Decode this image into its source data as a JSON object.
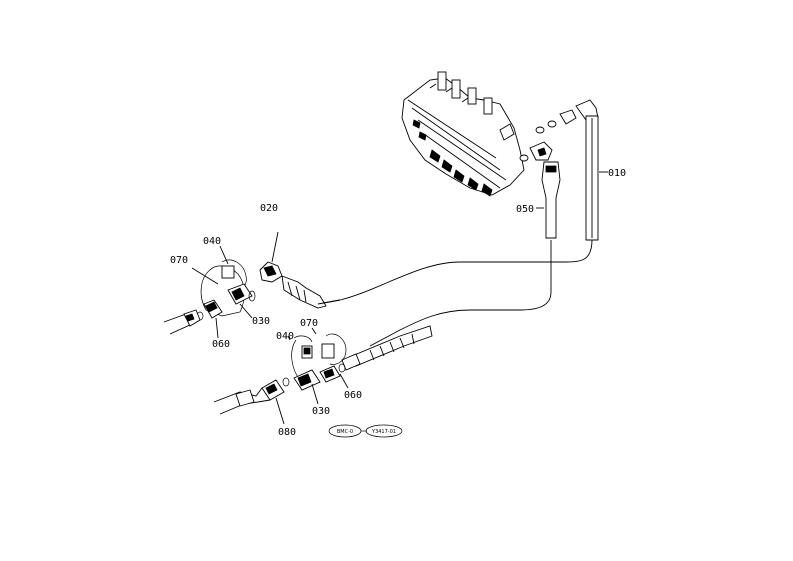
{
  "labels": {
    "p010": "010",
    "p020": "020",
    "p030a": "030",
    "p030b": "030",
    "p040a": "040",
    "p040b": "040",
    "p050": "050",
    "p060a": "060",
    "p060b": "060",
    "p070a": "070",
    "p070b": "070",
    "p080": "080"
  },
  "stamps": {
    "left": "BMC-0",
    "right": "Y3417-01"
  }
}
